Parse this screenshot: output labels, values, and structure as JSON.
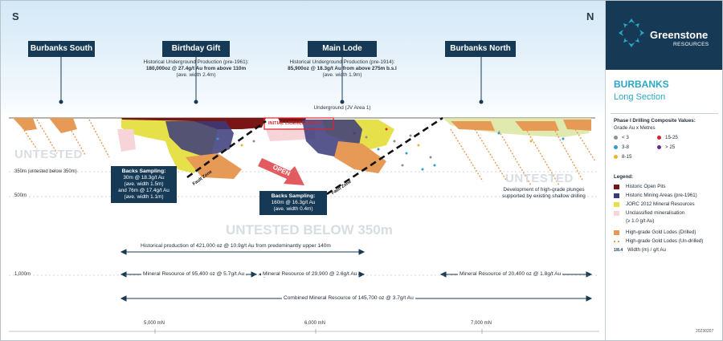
{
  "compass": {
    "south": "S",
    "north": "N"
  },
  "locations": {
    "burbanks_south": "Burbanks South",
    "birthday_gift": "Birthday Gift",
    "main_lode": "Main Lode",
    "burbanks_north": "Burbanks North"
  },
  "production": {
    "birthday_gift": {
      "line1": "Historical Underground Production (pre-1961):",
      "line2": "180,000oz @ 27.4g/t Au from above 110m",
      "line3": "(ave. width 2.4m)"
    },
    "main_lode": {
      "line1": "Historical Underground Production (pre-1914):",
      "line2": "85,900oz @ 18.3g/t Au from above 275m b.s.l",
      "line3": "(ave. width 1.9m)"
    }
  },
  "underground_label": "Underground (JV Area 1)",
  "initial_licence_label": "INITIAL LICENCE AREA 1",
  "open_label": "OPEN",
  "fault_zone": "Fault Zone",
  "depth_labels": {
    "d350": "350m (untested below 350m)",
    "d500": "500m",
    "d1000": "1,000m"
  },
  "untested": {
    "left": "UNTESTED",
    "right": "UNTESTED",
    "below": "UNTESTED BELOW 350m"
  },
  "backs_left": {
    "heading": "Backs Sampling:",
    "line1": "30m @ 18.3g/t Au",
    "line2": "(ave. width 1.5m)",
    "line3": "and 76m @ 17.4g/t Au",
    "line4": "(ave. width 1.1m)"
  },
  "backs_right": {
    "heading": "Backs Sampling:",
    "line1": "160m @ 16.3g/t Au",
    "line2": "(ave. width 0.4m)"
  },
  "development_note": {
    "line1": "Development of high-grade plunges",
    "line2": "supported by existing shallow drilling"
  },
  "measurements": {
    "historical": "Historical production of 421,000 oz @ 10.9g/t Au from predominantly upper 140m",
    "mr_left": "Mineral Resource of 95,400 oz @ 5.7g/t Au",
    "mr_mid": "Mineral Resource of 29,900 @ 2.6g/t Au",
    "mr_right": "Mineral Resource of 20,400 oz @ 1.8g/t Au",
    "combined": "Combined Mineral Resource of 145,700 oz @ 3.7g/t Au"
  },
  "northings": [
    "5,000 mN",
    "6,000 mN",
    "7,000 mN"
  ],
  "brand": {
    "name": "Greenstone",
    "sub": "RESOURCES"
  },
  "sidebar": {
    "title": "BURBANKS",
    "subtitle": "Long Section",
    "drilling_heading": "Phase I Drilling Composite Values:",
    "drilling_sub": "Grade Au x Metres",
    "grades": [
      {
        "label": "< 3",
        "color": "#8a8f96"
      },
      {
        "label": "15-25",
        "color": "#d9262a"
      },
      {
        "label": "3-8",
        "color": "#2e9ad6"
      },
      {
        "label": "> 25",
        "color": "#6b2a8f"
      },
      {
        "label": "8-15",
        "color": "#f0b22a"
      }
    ],
    "legend_heading": "Legend:",
    "legend": [
      {
        "label": "Historic Open Pits",
        "color": "#7a1515"
      },
      {
        "label": "Historic Mining Areas (pre-1961)",
        "color": "#3a3a7a"
      },
      {
        "label": "JORC 2012 Mineral Resources",
        "color": "#e6e04a"
      },
      {
        "label": "Unclassified mineralisation",
        "color": "#f6d4d8"
      },
      {
        "label": "(≥ 1.0 g/t Au)",
        "color": ""
      },
      {
        "label": "High-grade Gold Lodes (Drilled)",
        "color": "#e79a56"
      },
      {
        "label": "High-grade Gold Lodes (Un-drilled)",
        "color": "#e79a56"
      },
      {
        "label": "Width (m) / g/t Au",
        "color": "#163a55"
      }
    ],
    "width_symbol": "1/8.4",
    "date": "20230207"
  }
}
